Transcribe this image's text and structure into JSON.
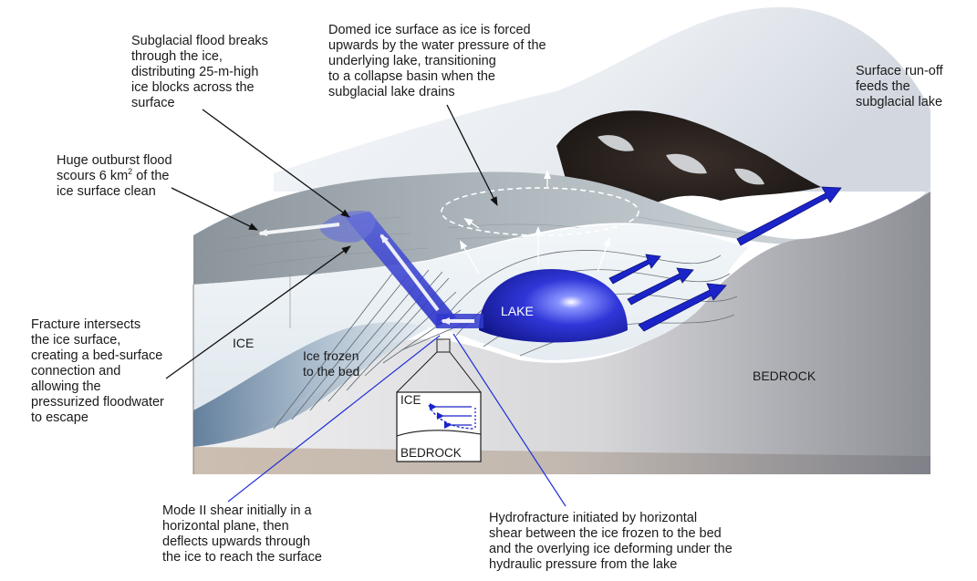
{
  "colors": {
    "accent_blue": "#1a24c8",
    "leader_blue": "#1f2fd6",
    "ice_light": "#dfe8ef",
    "bedrock": "#c9c9cc",
    "lake": "#2a2fd0"
  },
  "callouts": {
    "flood_breaks": "Subglacial flood breaks\nthrough the ice,\ndistributing 25-m-high\nice blocks across the\nsurface",
    "domed_surface": "Domed ice surface as ice is forced\nupwards by the water pressure of the\nunderlying lake, transitioning\nto a collapse basin when the\nsubglacial lake drains",
    "runoff": "Surface run-off\nfeeds the\nsubglacial lake",
    "outburst_pre": "Huge outburst flood\nscours 6 km",
    "outburst_sup": "2",
    "outburst_post": " of the\nice surface clean",
    "fracture": "Fracture intersects\nthe ice surface,\ncreating a bed-surface\nconnection and\nallowing the\npressurized floodwater\nto escape",
    "mode2": "Mode II shear initially in a\nhorizontal plane, then\ndeflects upwards through\nthe ice to reach the surface",
    "hydrofracture": "Hydrofracture initiated by horizontal\nshear between the ice frozen to the bed\nand the overlying ice deforming under the\nhydraulic pressure from the lake"
  },
  "regions": {
    "ice": "ICE",
    "ice_frozen": "Ice frozen\nto the bed",
    "lake": "LAKE",
    "bedrock": "BEDROCK"
  },
  "inset": {
    "ice": "ICE",
    "bedrock": "BEDROCK"
  }
}
